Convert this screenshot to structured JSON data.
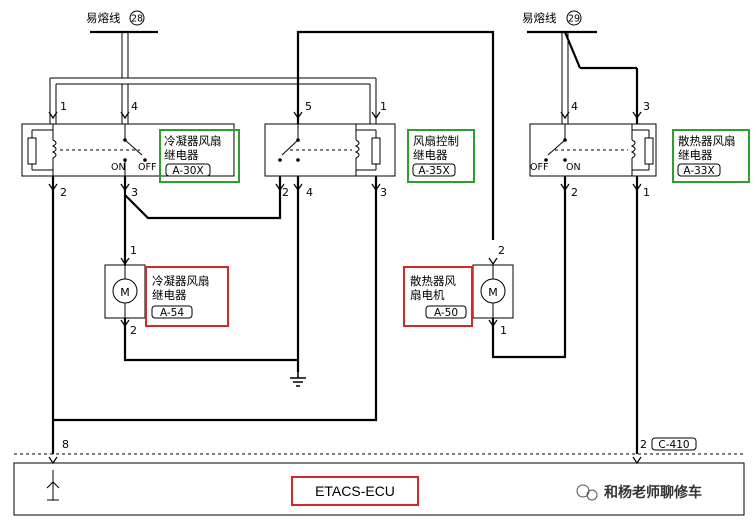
{
  "fusible_links": [
    {
      "label": "易熔线",
      "number": "28"
    },
    {
      "label": "易熔线",
      "number": "29"
    }
  ],
  "relays": [
    {
      "name_line1": "冷凝器风扇",
      "name_line2": "继电器",
      "code": "A-30X",
      "on": "ON",
      "off": "OFF"
    },
    {
      "name_line1": "风扇控制",
      "name_line2": "继电器",
      "code": "A-35X"
    },
    {
      "name_line1": "散热器风扇",
      "name_line2": "继电器",
      "code": "A-33X",
      "on": "ON",
      "off": "OFF"
    }
  ],
  "motors": [
    {
      "name_line1": "冷凝器风扇",
      "name_line2": "继电器",
      "code": "A-54"
    },
    {
      "name_line1": "散热器风",
      "name_line2": "扇电机",
      "code": "A-50"
    }
  ],
  "pins": {
    "r1_top_left": "1",
    "r1_top_right": "4",
    "r1_bot_left": "2",
    "r1_bot_right": "3",
    "r2_top_left": "5",
    "r2_top_right": "1",
    "r2_bot_left": "2",
    "r2_bot_mid": "4",
    "r2_bot_right": "3",
    "r3_top_left": "4",
    "r3_top_right": "3",
    "r3_bot_left": "2",
    "r3_bot_right": "1",
    "m1_top": "1",
    "m1_bot": "2",
    "m2_top": "2",
    "m2_bot": "1",
    "ecu_left": "8",
    "ecu_right": "2"
  },
  "ecu": {
    "label": "ETACS-ECU",
    "connector": "C-410"
  },
  "watermark": "和杨老师聊修车",
  "colors": {
    "green_box": "#2ca02c",
    "red_box": "#d62728"
  }
}
